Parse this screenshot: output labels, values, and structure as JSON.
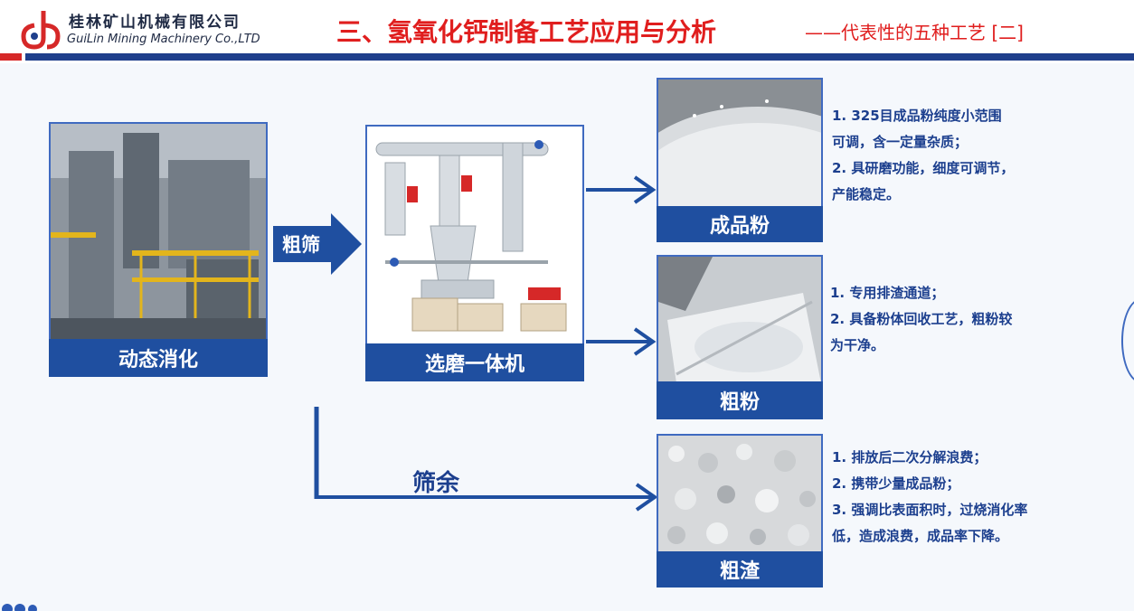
{
  "header": {
    "logo_cn": "桂林矿山机械有限公司",
    "logo_en": "GuiLin Mining Machinery Co.,LTD",
    "title": "三、氢氧化钙制备工艺应用与分析",
    "subtitle": "——代表性的五种工艺 [二]"
  },
  "flow": {
    "step1_label": "动态消化",
    "arrow1_label": "粗筛",
    "step2_label": "选磨一体机",
    "sieve_label": "筛余"
  },
  "products": [
    {
      "label": "成品粉",
      "notes": [
        "1. 325目成品粉纯度小范围",
        "可调，含一定量杂质；",
        "2. 具研磨功能，细度可调节，",
        "产能稳定。"
      ]
    },
    {
      "label": "粗粉",
      "notes": [
        "1. 专用排渣通道；",
        "2. 具备粉体回收工艺，粗粉较",
        "为干净。"
      ]
    },
    {
      "label": "粗渣",
      "notes": [
        "1. 排放后二次分解浪费；",
        "2. 携带少量成品粉；",
        "3. 强调比表面积时，过烧消化率",
        "低，造成浪费，成品率下降。"
      ]
    }
  ],
  "colors": {
    "brand_red": "#e01e1e",
    "brand_blue": "#1f4fa0",
    "text_blue": "#1c3f8e",
    "arrow_blue": "#1f4fa0"
  }
}
